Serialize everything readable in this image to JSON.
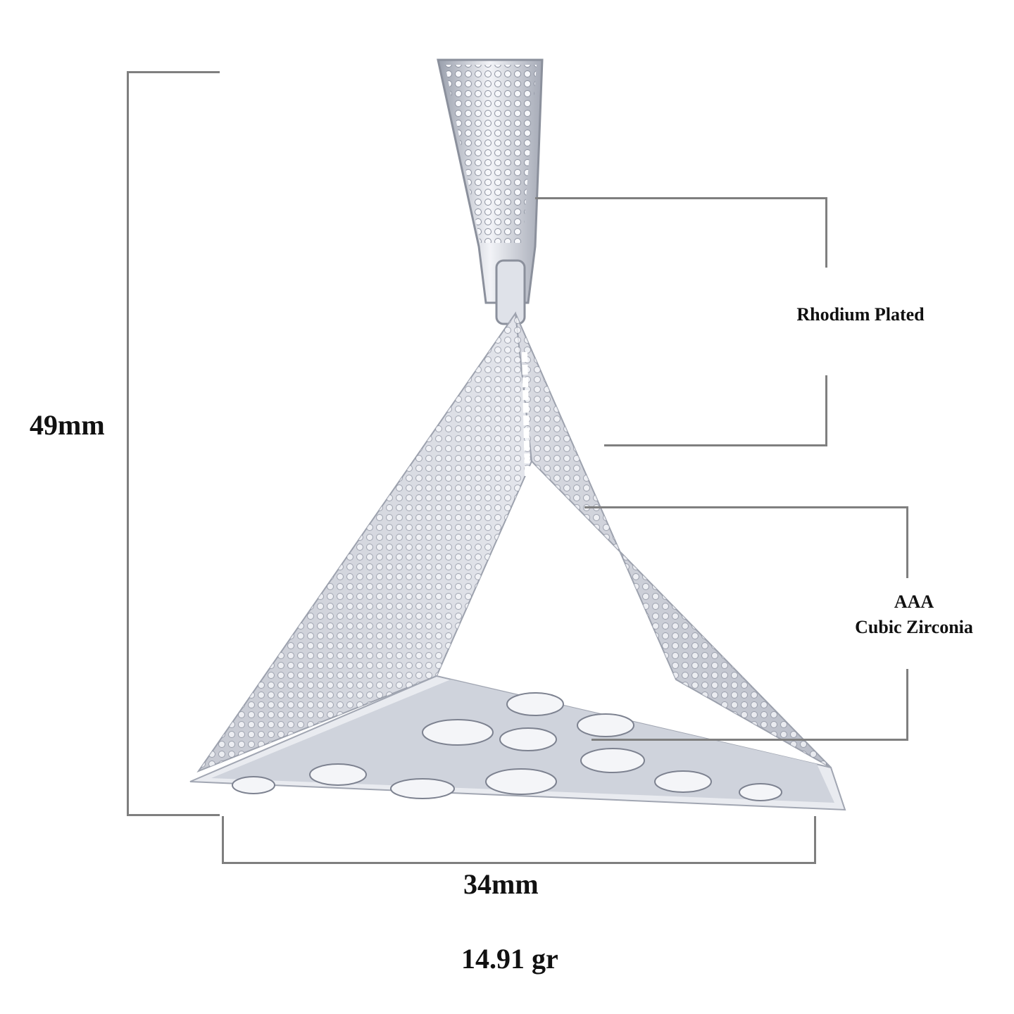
{
  "dimensions": {
    "height": "49mm",
    "width": "34mm",
    "weight": "14.91 gr"
  },
  "callouts": [
    {
      "lines": [
        "Rhodium Plated"
      ]
    },
    {
      "lines": [
        "AAA",
        "Cubic Zirconia"
      ]
    }
  ],
  "colors": {
    "line": "#7f7f7f",
    "text": "#111111",
    "metal": "#c9ccd6"
  }
}
